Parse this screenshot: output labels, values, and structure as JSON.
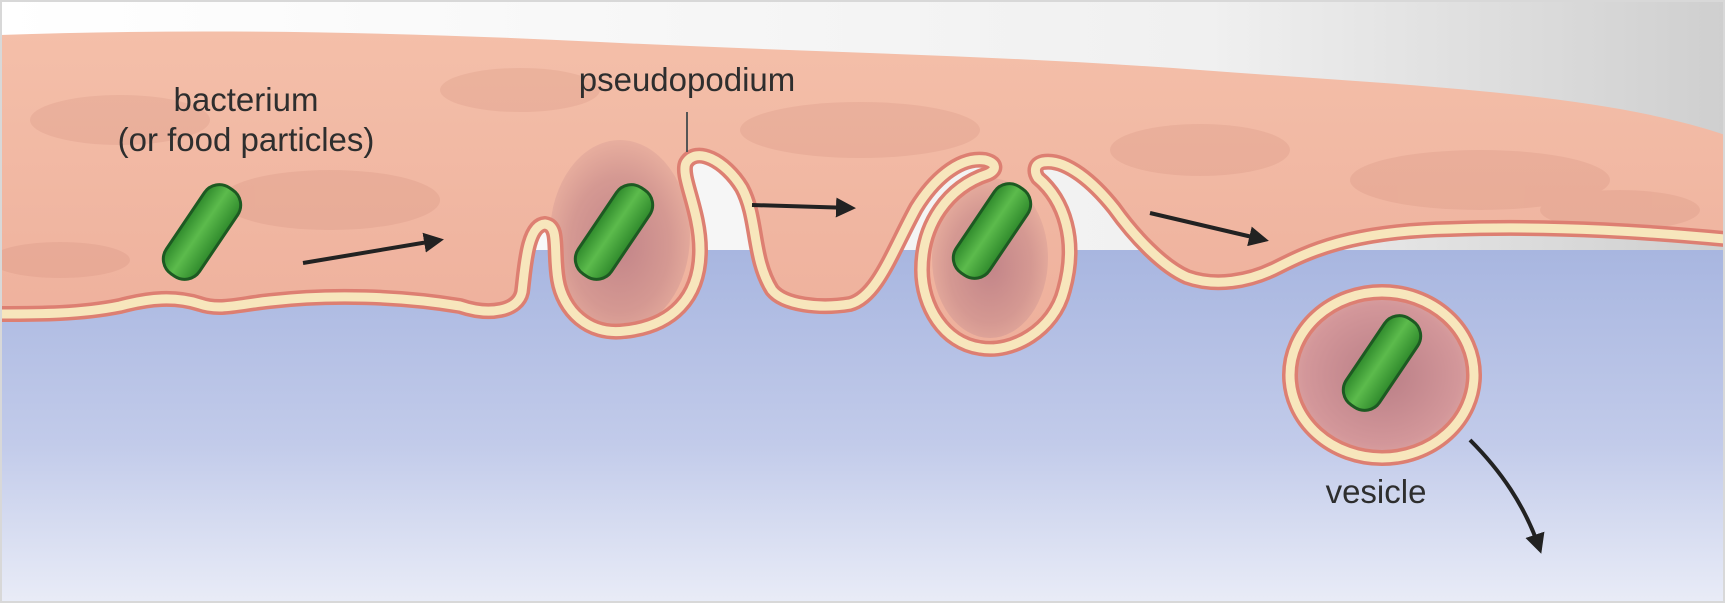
{
  "labels": {
    "bacterium_line1": "bacterium",
    "bacterium_line2": "(or food particles)",
    "pseudopodium": "pseudopodium",
    "vesicle": "vesicle"
  },
  "colors": {
    "cytoplasm": "#f2b9a4",
    "extracellular": "#c3cdea",
    "membrane_core": "#f7e6bc",
    "membrane_edge": "#dd7f72",
    "bacterium": "#48a83e",
    "bacterium_outline": "#1d5a22",
    "arrow": "#222222"
  },
  "icons": [
    "bacterium-icon",
    "arrow-icon",
    "vesicle-icon"
  ]
}
